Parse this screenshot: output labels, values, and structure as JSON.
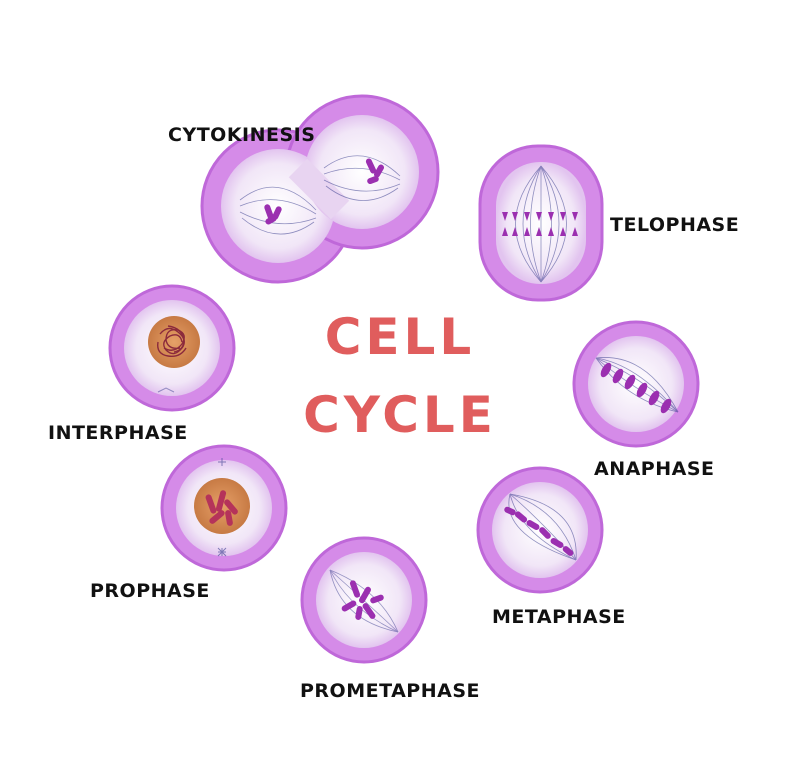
{
  "title": {
    "line1": "CELL",
    "line2": "CYCLE"
  },
  "colors": {
    "title": "#e05d5d",
    "membrane": "#d27fe6",
    "membrane_edge": "#b65bd4",
    "cytoplasm": "#f3eaf8",
    "spindle": "#3b3f8f",
    "chromosome": "#9b2fb0",
    "nucleus": "#d98c50",
    "chromatin": "#8b2a3c"
  },
  "phases": {
    "cytokinesis": "CYTOKINESIS",
    "telophase": "TELOPHASE",
    "anaphase": "ANAPHASE",
    "metaphase": "METAPHASE",
    "prometaphase": "PROMETAPHASE",
    "prophase": "PROPHASE",
    "interphase": "INTERPHASE"
  }
}
